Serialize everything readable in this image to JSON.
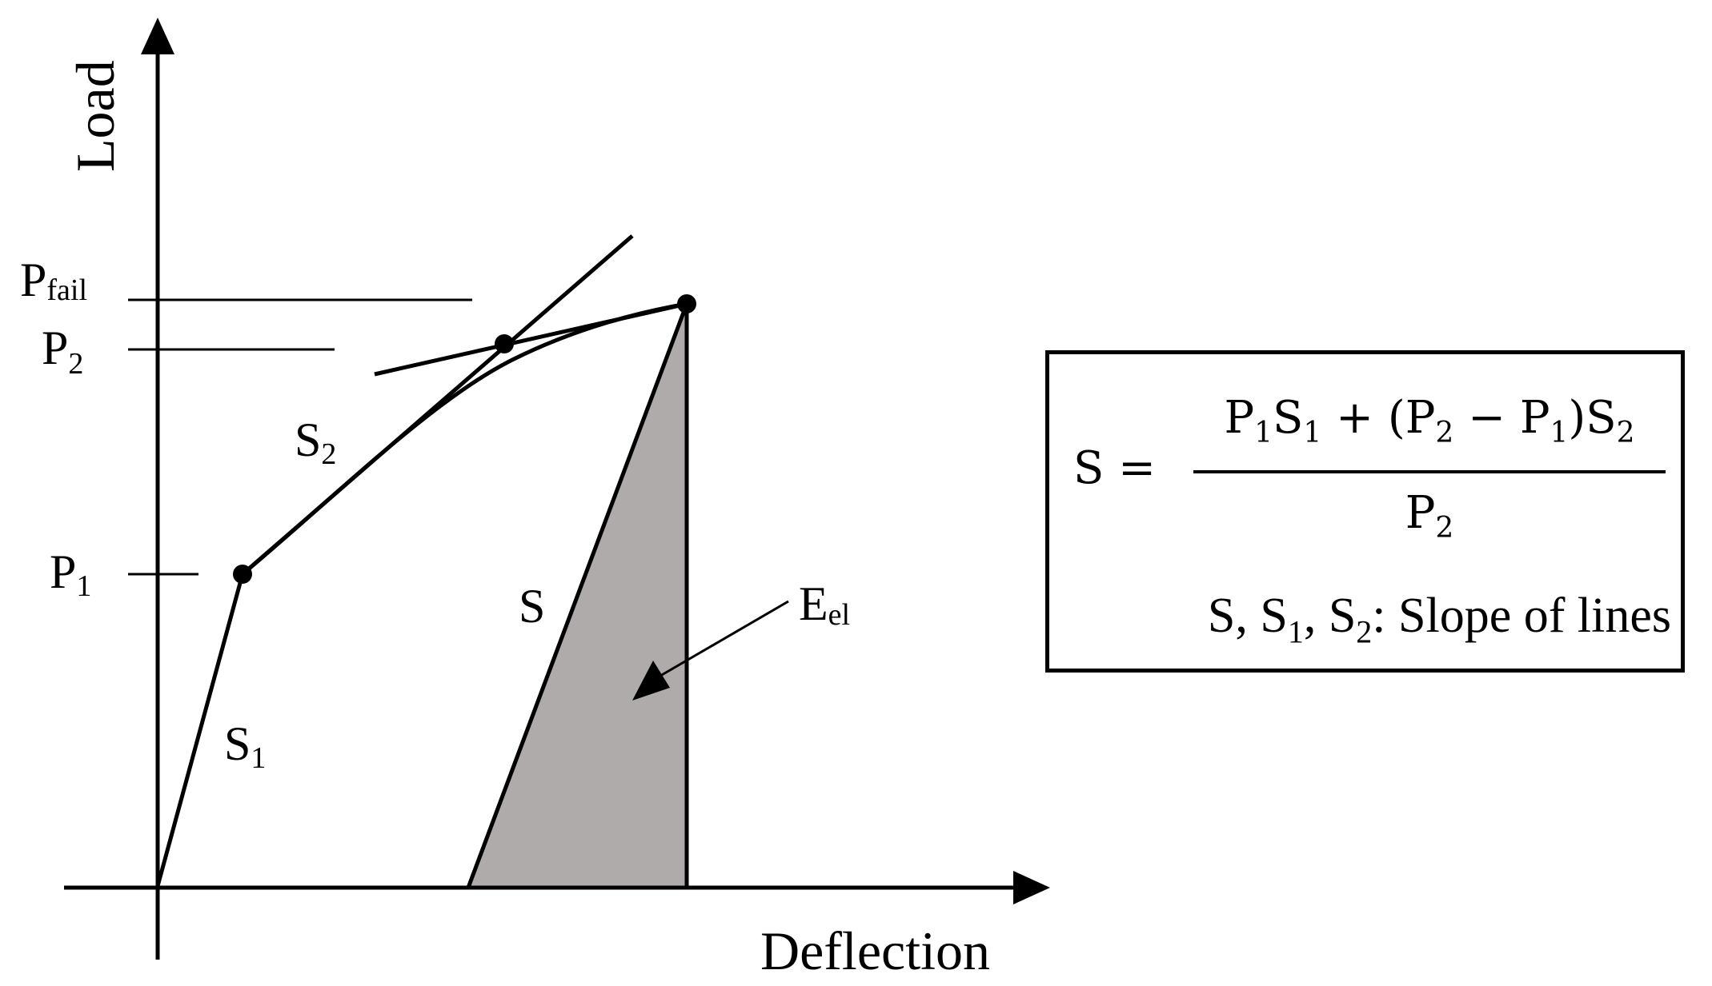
{
  "diagram": {
    "axes": {
      "y_title": "Load",
      "x_title": "Deflection"
    },
    "load_levels": {
      "p_fail": {
        "base": "P",
        "sub": "fail"
      },
      "p2": {
        "base": "P",
        "sub": "2"
      },
      "p1": {
        "base": "P",
        "sub": "1"
      }
    },
    "slopes": {
      "s1": {
        "base": "S",
        "sub": "1"
      },
      "s2": {
        "base": "S",
        "sub": "2"
      },
      "s": "S"
    },
    "energy": {
      "base": "E",
      "sub": "el"
    },
    "colors": {
      "line": "#000000",
      "shaded_area": "#afabab",
      "background": "#ffffff"
    }
  },
  "formula": {
    "lhs": "S =",
    "num_p1": "P",
    "num_p1_sub": "1",
    "num_s1": "S",
    "num_s1_sub": "1",
    "num_plus_open": " + (P",
    "num_p2_sub": "2",
    "num_minus": " − P",
    "num_p1b_sub": "1",
    "num_close_s2": ")S",
    "num_s2_sub": "2",
    "den_p": "P",
    "den_p_sub": "2",
    "note_prefix": "S, S",
    "note_s1_sub": "1",
    "note_mid": ", S",
    "note_s2_sub": "2",
    "note_suffix": ": Slope of lines"
  }
}
